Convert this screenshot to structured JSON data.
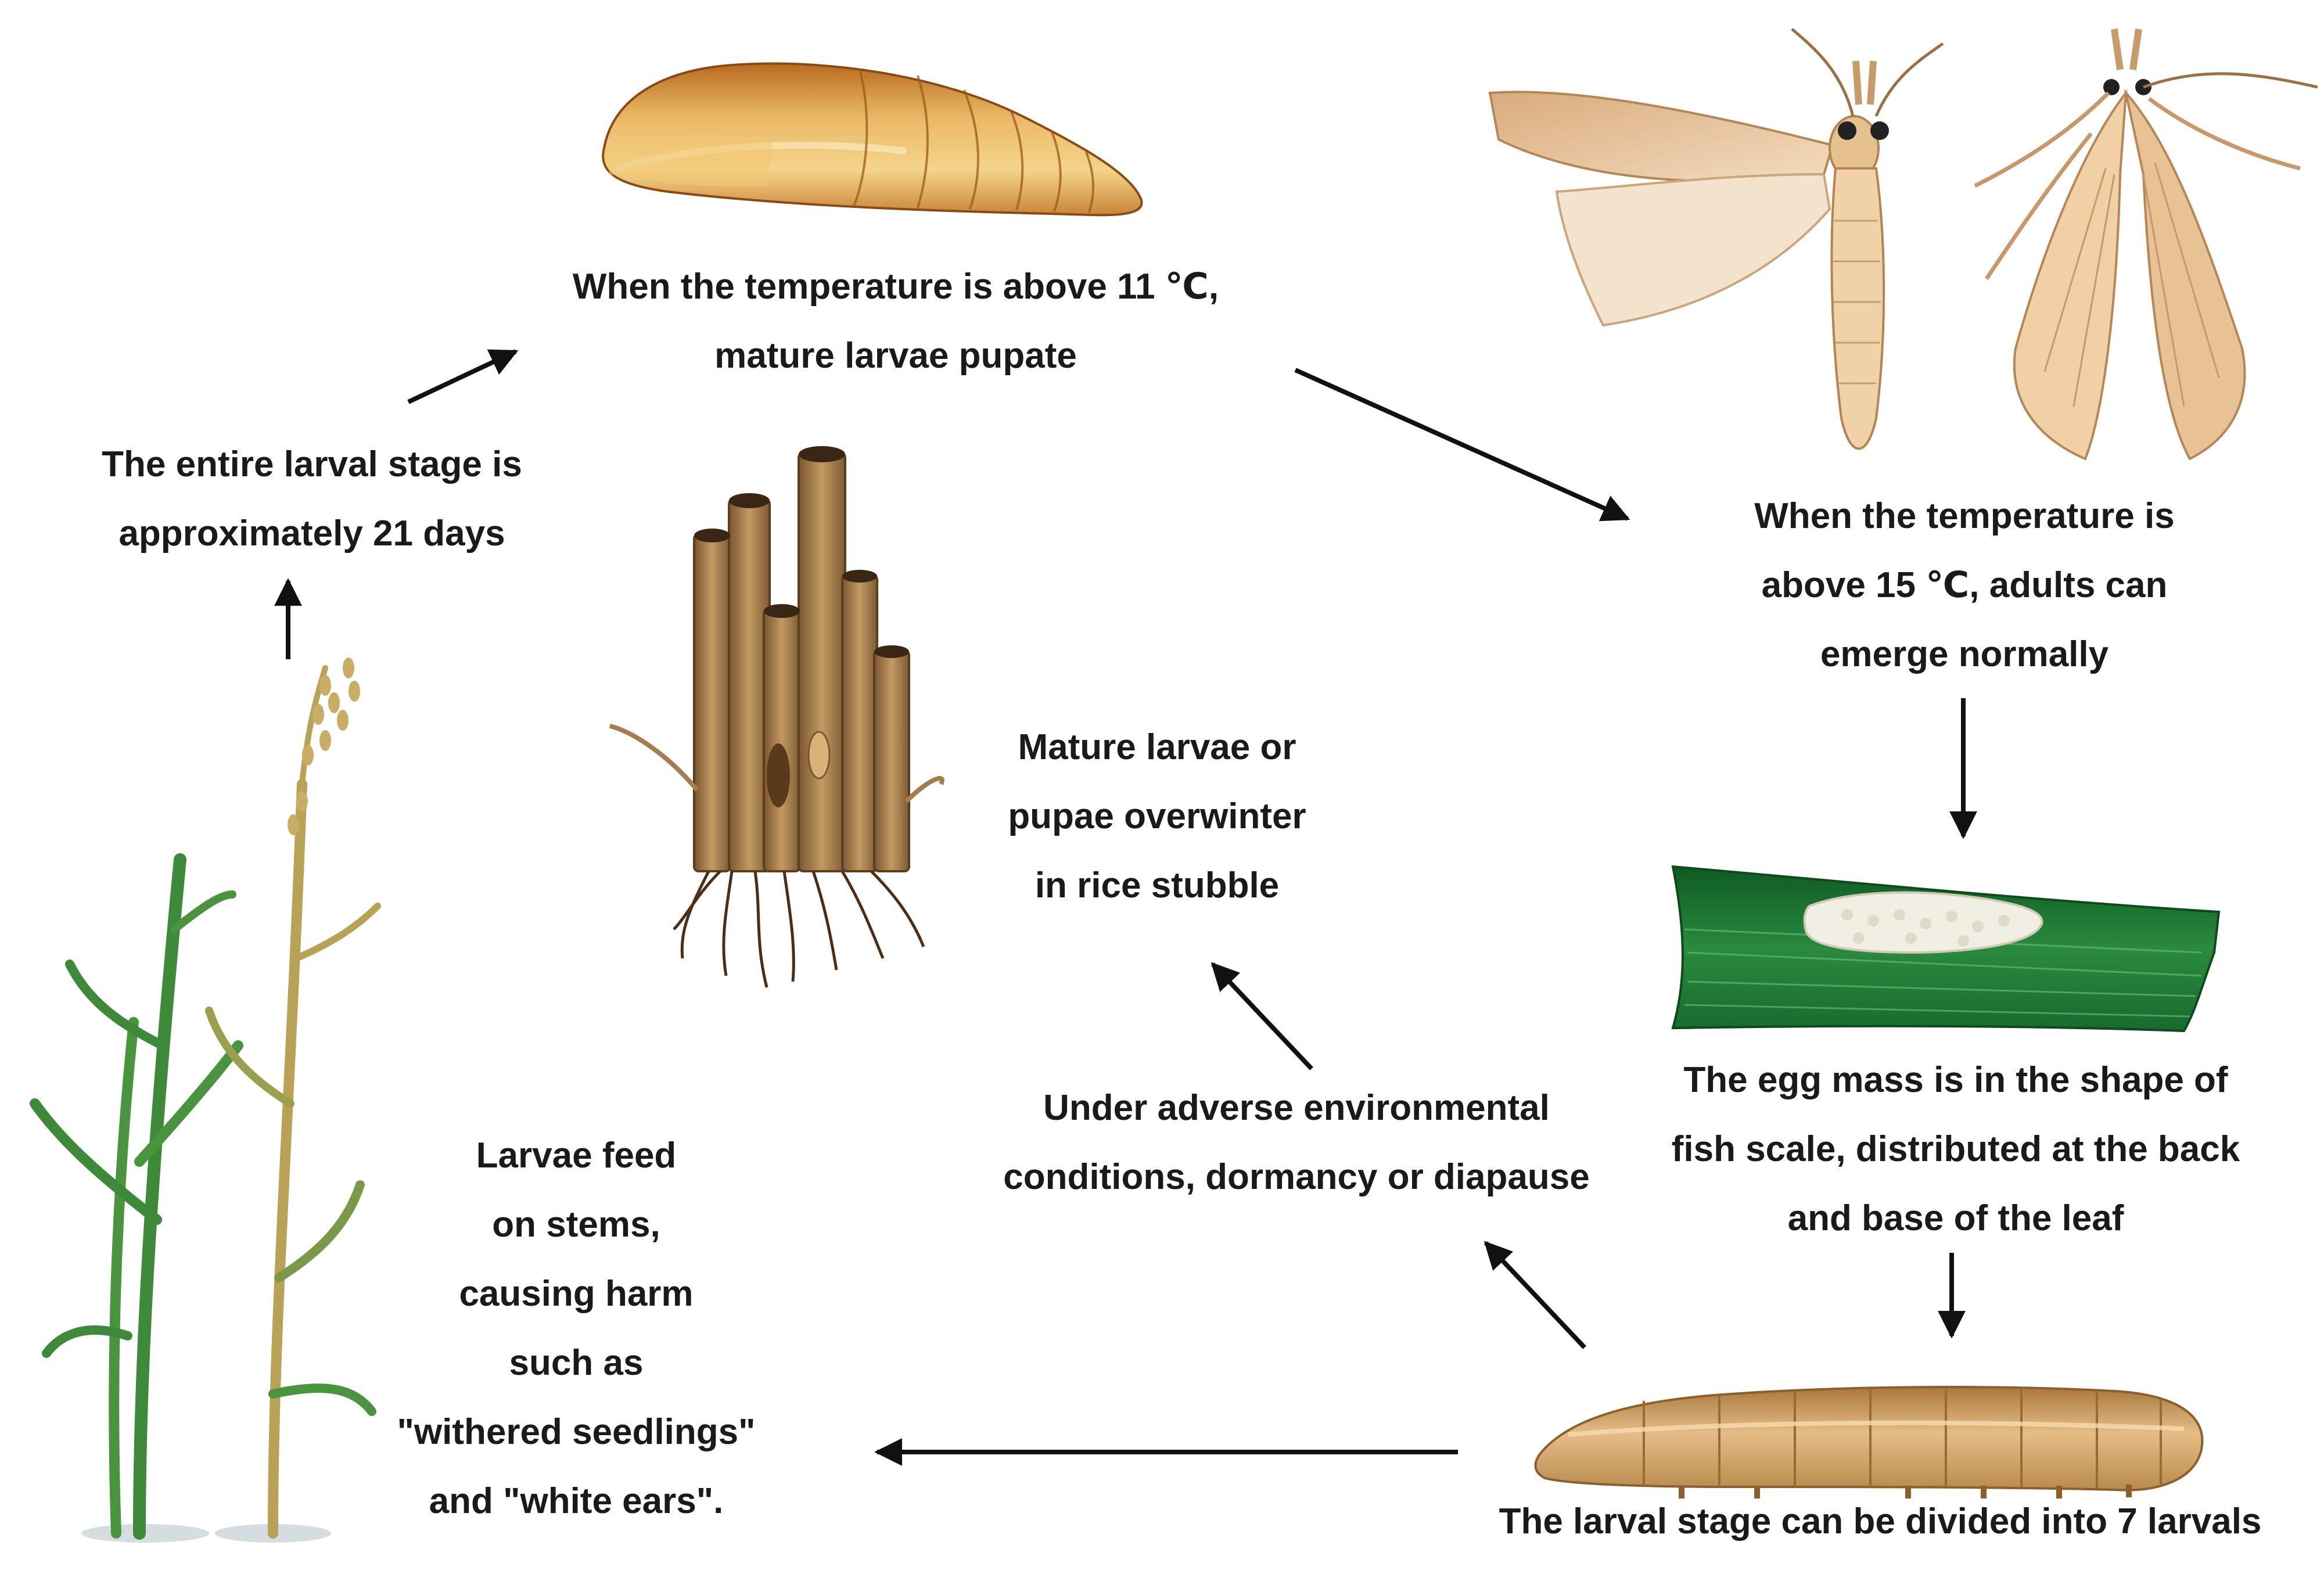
{
  "labels": {
    "pupate": {
      "line1": "When the temperature is above 11 ℃,",
      "line2": "mature larvae pupate"
    },
    "emerge": {
      "line1": "When the temperature is",
      "line2": "above 15 ℃, adults can",
      "line3": "emerge normally"
    },
    "egg_mass": {
      "line1": "The egg mass is in the shape of",
      "line2": "fish scale, distributed at the back",
      "line3": "and base of the leaf"
    },
    "larval_instars": {
      "line1": "The larval stage can be divided into 7 larvals"
    },
    "feeding": {
      "line1": "Larvae feed",
      "line2": "on stems,",
      "line3": "causing harm",
      "line4": "such as",
      "line5": "\"withered seedlings\"",
      "line6": "and \"white ears\"."
    },
    "larval_duration": {
      "line1": "The entire larval stage is",
      "line2": "approximately 21 days"
    },
    "overwinter": {
      "line1": "Mature larvae or",
      "line2": "pupae overwinter",
      "line3": "in rice stubble"
    },
    "dormancy": {
      "line1": "Under adverse environmental",
      "line2": "conditions, dormancy or diapause"
    }
  },
  "illustrations": {
    "pupa": "pupa-illustration",
    "adult_moths": "moth-illustration",
    "egg_mass_leaf": "egg-mass-on-leaf-illustration",
    "larva": "larva-illustration",
    "rice_plant": "rice-plant-illustration",
    "rice_stubble": "rice-stubble-illustration"
  },
  "colors": {
    "text": "#1a1a1a",
    "arrow": "#111111",
    "leaf_green": "#1f7a34",
    "pupa_amber": "#d9a05a",
    "moth_tan": "#e8c49a",
    "larva_tan": "#c99a5e",
    "stubble_brown": "#9b7446",
    "rice_green": "#3f8a3a",
    "rice_straw": "#b8a255"
  }
}
